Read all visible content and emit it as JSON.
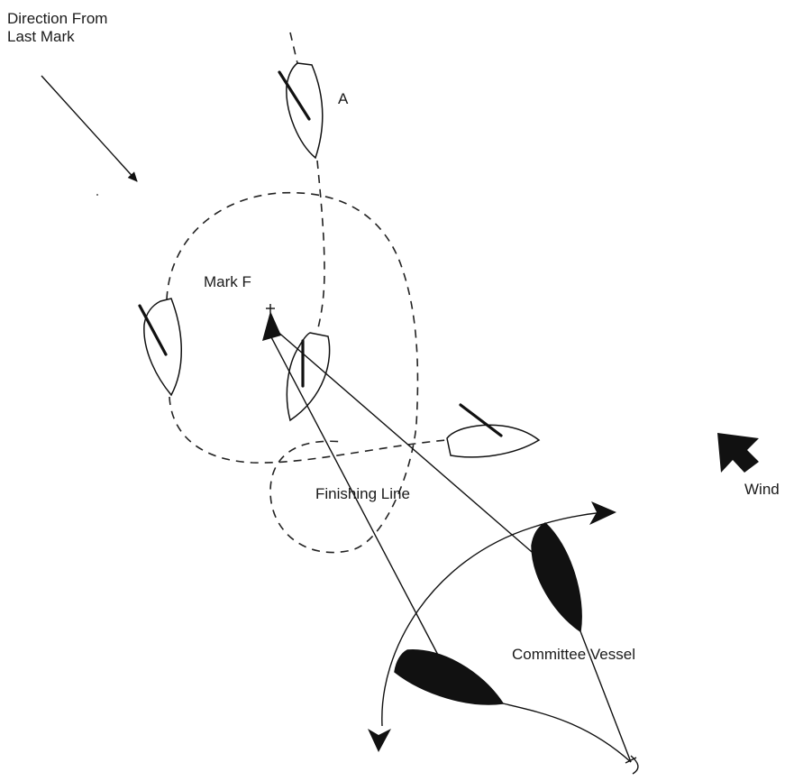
{
  "labels": {
    "direction_line1": "Direction From",
    "direction_line2": "Last Mark",
    "boat_a": "A",
    "mark_f": "Mark F",
    "finishing_line": "Finishing Line",
    "wind": "Wind",
    "committee_vessel": "Committee Vessel"
  },
  "colors": {
    "ink": "#111111",
    "background": "#ffffff"
  }
}
